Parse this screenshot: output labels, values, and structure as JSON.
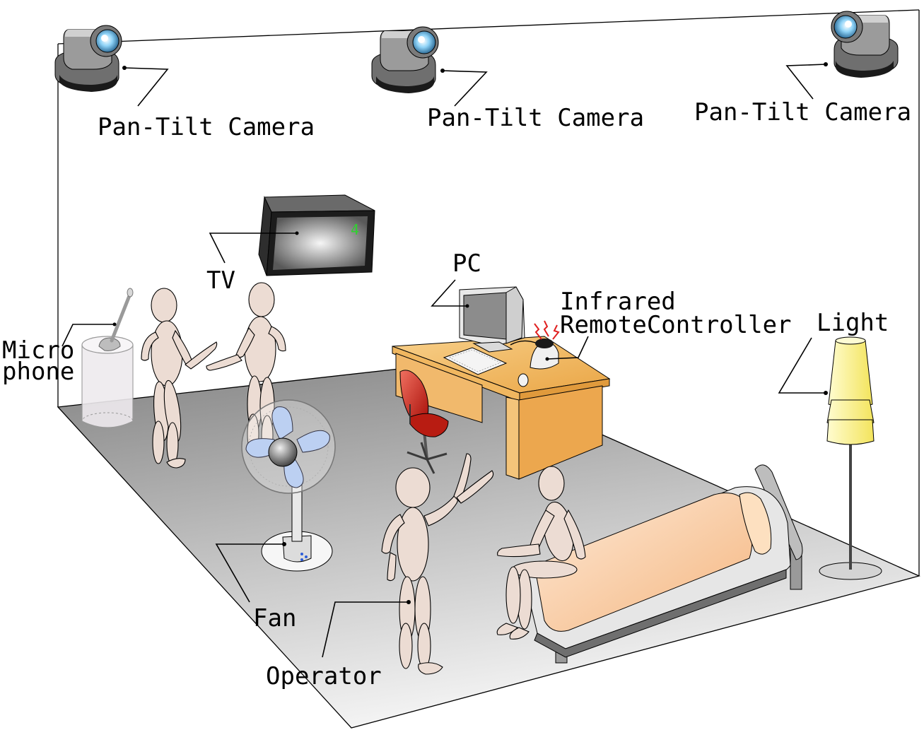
{
  "labels": {
    "camera_left": "Pan-Tilt Camera",
    "camera_center": "Pan-Tilt Camera",
    "camera_right": "Pan-Tilt Camera",
    "tv": "TV",
    "pc": "PC",
    "infrared_line1": "Infrared",
    "infrared_line2": "RemoteController",
    "light": "Light",
    "microphone_line1": "Micro",
    "microphone_line2": "phone",
    "fan": "Fan",
    "operator": "Operator"
  },
  "tv_channel": "4",
  "icons": [
    "pan-tilt-camera-icon",
    "tv-icon",
    "pc-monitor-icon",
    "keyboard-icon",
    "mouse-icon",
    "infrared-remote-controller-icon",
    "floor-lamp-icon",
    "microphone-icon",
    "electric-fan-icon",
    "desk-icon",
    "office-chair-icon",
    "bed-icon",
    "mannequin-figure-icon"
  ],
  "colors": {
    "floor_dark": "#8a8a8a",
    "floor_light": "#f2f2f2",
    "figure_skin": "#ecdcd3",
    "desk": "#f2be68",
    "chair": "#c71a10",
    "lamp_shade": "#fbf59a",
    "bed_mattress": "#f8c89a",
    "fan_blade": "#bcd0f2",
    "tv_channel_digit": "#2fd12f",
    "infrared_signal": "#e02020"
  }
}
